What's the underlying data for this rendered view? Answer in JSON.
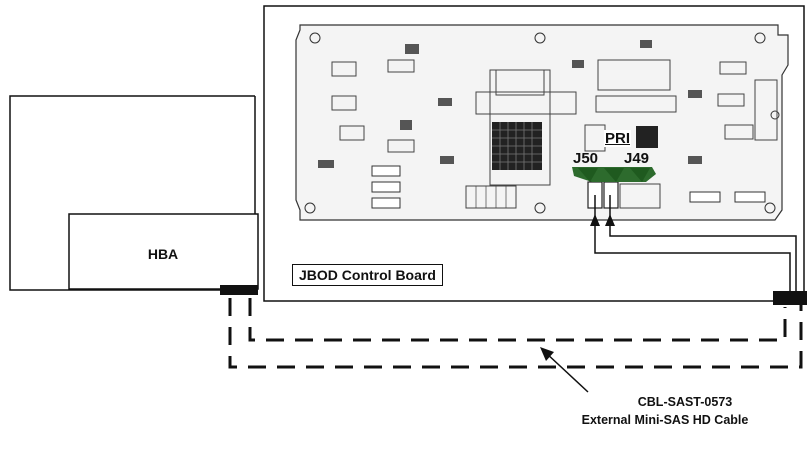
{
  "diagram": {
    "hba_label": "HBA",
    "board_label": "JBOD Control Board",
    "primary_label": "PRI",
    "port_j50": "J50",
    "port_j49": "J49",
    "cable_part_number": "CBL-SAST-0573",
    "cable_description": "External Mini-SAS HD Cable"
  }
}
